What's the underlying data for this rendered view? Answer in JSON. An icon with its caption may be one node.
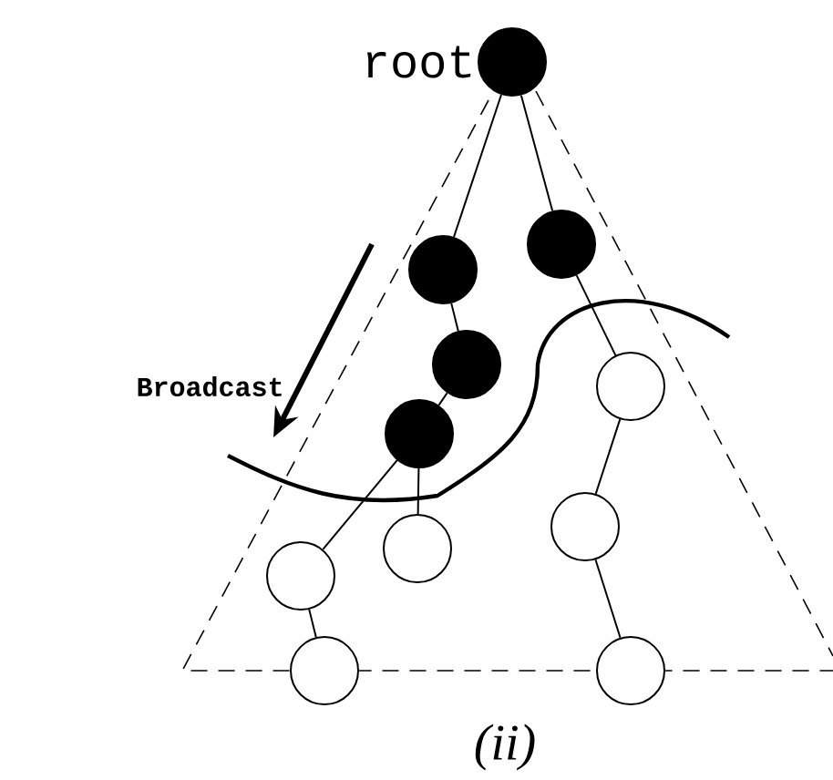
{
  "diagram": {
    "caption": "(ii)",
    "nodes": [
      {
        "text": [],
        "shape": "circle",
        "beside": [
          "root"
        ]
      },
      {
        "text": [],
        "shape": "circle"
      },
      {
        "text": [],
        "shape": "circle"
      },
      {
        "text": [],
        "shape": "circle"
      },
      {
        "text": [],
        "shape": "circle"
      },
      {
        "text": [],
        "shape": "circle"
      },
      {
        "text": [],
        "shape": "circle"
      },
      {
        "text": [],
        "shape": "circle"
      },
      {
        "text": [],
        "shape": "circle"
      },
      {
        "text": [],
        "shape": "circle"
      },
      {
        "text": [],
        "shape": "circle"
      }
    ],
    "edges": [
      {
        "from": 0,
        "to": 1,
        "arrow": "none"
      },
      {
        "from": 0,
        "to": 2,
        "arrow": "none"
      },
      {
        "from": 1,
        "to": 3,
        "arrow": "none"
      },
      {
        "from": 3,
        "to": 4,
        "arrow": "none"
      },
      {
        "from": 4,
        "to": 6,
        "arrow": "none"
      },
      {
        "from": 4,
        "to": 7,
        "arrow": "none"
      },
      {
        "from": 2,
        "to": 5,
        "arrow": "none"
      },
      {
        "from": 5,
        "to": 8,
        "arrow": "none"
      },
      {
        "from": 8,
        "to": 10,
        "arrow": "none"
      },
      {
        "from": 6,
        "to": 9,
        "arrow": "none"
      }
    ],
    "labels": [
      "Broadcast"
    ]
  }
}
